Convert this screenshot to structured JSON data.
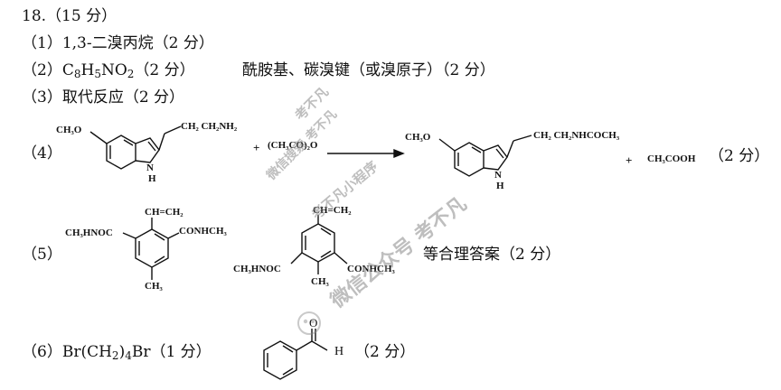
{
  "q_number": "18.（15 分）",
  "p1": {
    "label": "（1）1,3-二溴丙烷（2 分）"
  },
  "p2": {
    "label": "（2）",
    "formula": [
      "C",
      "8",
      "H",
      "5",
      "NO",
      "2"
    ],
    "score": "（2 分）",
    "groups": "酰胺基、碳溴键（或溴原子）（2 分）"
  },
  "p3": {
    "label": "（3）取代反应（2 分）"
  },
  "p4": {
    "label": "（4）",
    "reactant_meo": "CH₃O",
    "reactant_chain": "CH₂ CH₂NH₂",
    "nh": "H",
    "nh_n": "N",
    "plus1": "+",
    "reagent": "(CH₃CO)₂O",
    "product_meo": "CH₃O",
    "product_chain": "CH₂ CH₂NHCOCH₃",
    "product_n": "N",
    "product_h": "H",
    "plus2": "+",
    "byproduct": "CH₃COOH",
    "score": "（2 分）"
  },
  "p5": {
    "label": "（5）",
    "a_vinyl": "CH=CH₂",
    "a_left": "CH₃HNOC",
    "a_right": "CONHCH₃",
    "a_me": "CH₃",
    "b_vinyl": "CH=CH₂",
    "b_left": "CH₃HNOC",
    "b_right": "CONHCH₃",
    "b_me": "CH₃",
    "note": "等合理答案（2 分）"
  },
  "p6": {
    "label": "（6）",
    "formula": [
      "Br(CH",
      "2",
      ")",
      "4",
      "Br（1 分）"
    ],
    "ald_o": "O",
    "ald_h": "H",
    "score": "（2 分）"
  },
  "watermark": {
    "w1": "考不凡",
    "w2": "微信搜索 考不凡",
    "w3": "考不凡小程序",
    "w4": "微信公众号 考不凡"
  }
}
